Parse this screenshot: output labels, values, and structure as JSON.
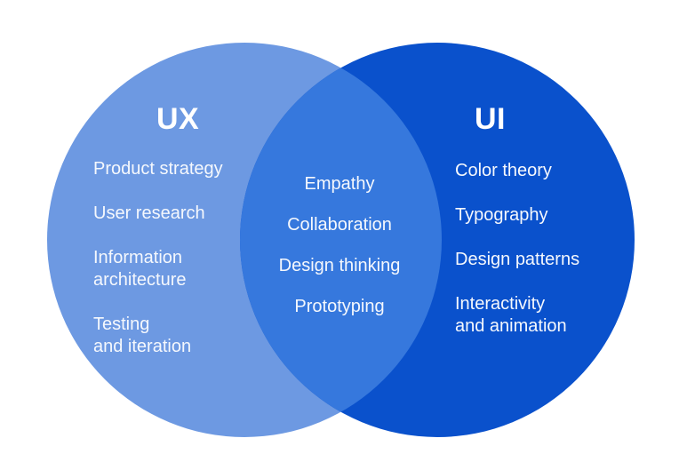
{
  "venn": {
    "left": {
      "title": "UX",
      "items": [
        "Product strategy",
        "User research",
        "Information\narchitecture",
        "Testing\nand iteration"
      ]
    },
    "center": {
      "items": [
        "Empathy",
        "Collaboration",
        "Design thinking",
        "Prototyping"
      ]
    },
    "right": {
      "title": "UI",
      "items": [
        "Color theory",
        "Typography",
        "Design patterns",
        "Interactivity\nand animation"
      ]
    },
    "colors": {
      "background": "#ffffff",
      "left_circle": "#6D99E2",
      "overlap": "#3678DD",
      "right_circle": "#0A51CC",
      "title_text": "#ffffff",
      "item_text": "#F5F8FD"
    }
  }
}
